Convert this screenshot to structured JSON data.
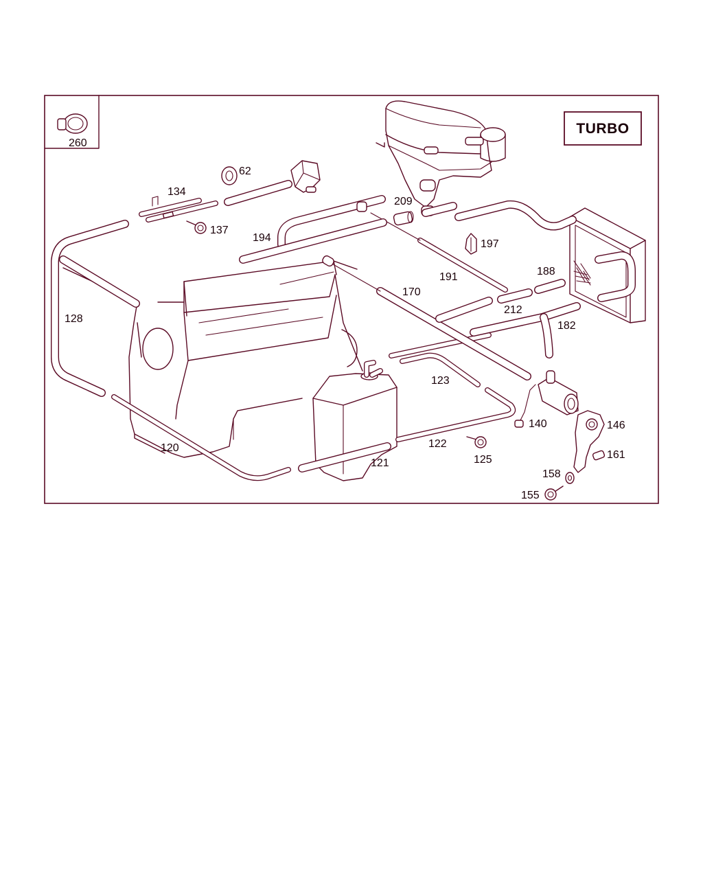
{
  "badge": {
    "text": "TURBO"
  },
  "inset": {
    "part_number": "260"
  },
  "parts": [
    {
      "number": "62"
    },
    {
      "number": "134"
    },
    {
      "number": "137"
    },
    {
      "number": "194"
    },
    {
      "number": "209"
    },
    {
      "number": "197"
    },
    {
      "number": "191"
    },
    {
      "number": "188"
    },
    {
      "number": "170"
    },
    {
      "number": "212"
    },
    {
      "number": "182"
    },
    {
      "number": "128"
    },
    {
      "number": "123"
    },
    {
      "number": "140"
    },
    {
      "number": "146"
    },
    {
      "number": "120"
    },
    {
      "number": "122"
    },
    {
      "number": "125"
    },
    {
      "number": "161"
    },
    {
      "number": "121"
    },
    {
      "number": "158"
    },
    {
      "number": "155"
    }
  ]
}
